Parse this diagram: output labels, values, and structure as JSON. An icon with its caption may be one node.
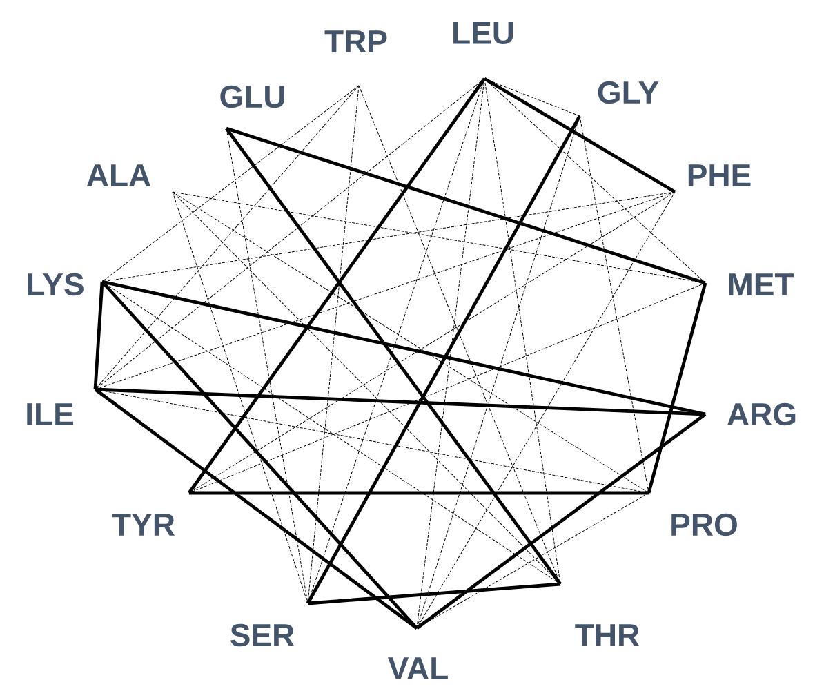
{
  "diagram": {
    "nodes": [
      {
        "text": [
          "TRP"
        ]
      },
      {
        "text": [
          "LEU"
        ]
      },
      {
        "text": [
          "GLU"
        ]
      },
      {
        "text": [
          "GLY"
        ]
      },
      {
        "text": [
          "ALA"
        ]
      },
      {
        "text": [
          "PHE"
        ]
      },
      {
        "text": [
          "LYS"
        ]
      },
      {
        "text": [
          "MET"
        ]
      },
      {
        "text": [
          "ILE"
        ]
      },
      {
        "text": [
          "ARG"
        ]
      },
      {
        "text": [
          "TYR"
        ]
      },
      {
        "text": [
          "PRO"
        ]
      },
      {
        "text": [
          "SER"
        ]
      },
      {
        "text": [
          "THR"
        ]
      },
      {
        "text": [
          "VAL"
        ]
      }
    ],
    "edges": [
      {
        "from": 2,
        "to": 7,
        "arrow": "none",
        "style": "thick"
      },
      {
        "from": 2,
        "to": 13,
        "arrow": "none",
        "style": "thick"
      },
      {
        "from": 1,
        "to": 5,
        "arrow": "none",
        "style": "thick"
      },
      {
        "from": 1,
        "to": 10,
        "arrow": "none",
        "style": "thick"
      },
      {
        "from": 3,
        "to": 12,
        "arrow": "none",
        "style": "thick"
      },
      {
        "from": 6,
        "to": 8,
        "arrow": "none",
        "style": "thick"
      },
      {
        "from": 6,
        "to": 9,
        "arrow": "none",
        "style": "thick"
      },
      {
        "from": 6,
        "to": 14,
        "arrow": "none",
        "style": "thick"
      },
      {
        "from": 8,
        "to": 9,
        "arrow": "none",
        "style": "thick"
      },
      {
        "from": 8,
        "to": 14,
        "arrow": "none",
        "style": "thick"
      },
      {
        "from": 12,
        "to": 13,
        "arrow": "none",
        "style": "thick"
      },
      {
        "from": 14,
        "to": 9,
        "arrow": "none",
        "style": "thick"
      },
      {
        "from": 7,
        "to": 11,
        "arrow": "none",
        "style": "thick"
      },
      {
        "from": 10,
        "to": 11,
        "arrow": "none",
        "style": "thick"
      },
      {
        "from": 0,
        "to": 6,
        "arrow": "none",
        "style": "dashed"
      },
      {
        "from": 0,
        "to": 8,
        "arrow": "none",
        "style": "dashed"
      },
      {
        "from": 0,
        "to": 12,
        "arrow": "none",
        "style": "dashed"
      },
      {
        "from": 0,
        "to": 13,
        "arrow": "none",
        "style": "dashed"
      },
      {
        "from": 1,
        "to": 3,
        "arrow": "none",
        "style": "dashed"
      },
      {
        "from": 1,
        "to": 7,
        "arrow": "none",
        "style": "dashed"
      },
      {
        "from": 1,
        "to": 8,
        "arrow": "none",
        "style": "dashed"
      },
      {
        "from": 1,
        "to": 14,
        "arrow": "none",
        "style": "dashed"
      },
      {
        "from": 1,
        "to": 13,
        "arrow": "none",
        "style": "dashed"
      },
      {
        "from": 1,
        "to": 12,
        "arrow": "none",
        "style": "dashed"
      },
      {
        "from": 3,
        "to": 14,
        "arrow": "none",
        "style": "dashed"
      },
      {
        "from": 3,
        "to": 11,
        "arrow": "none",
        "style": "dashed"
      },
      {
        "from": 5,
        "to": 8,
        "arrow": "none",
        "style": "dashed"
      },
      {
        "from": 5,
        "to": 10,
        "arrow": "none",
        "style": "dashed"
      },
      {
        "from": 5,
        "to": 14,
        "arrow": "none",
        "style": "dashed"
      },
      {
        "from": 5,
        "to": 6,
        "arrow": "none",
        "style": "dashed"
      },
      {
        "from": 4,
        "to": 7,
        "arrow": "none",
        "style": "dashed"
      },
      {
        "from": 4,
        "to": 12,
        "arrow": "none",
        "style": "dashed"
      },
      {
        "from": 4,
        "to": 11,
        "arrow": "none",
        "style": "dashed"
      },
      {
        "from": 2,
        "to": 12,
        "arrow": "none",
        "style": "dashed"
      },
      {
        "from": 7,
        "to": 10,
        "arrow": "none",
        "style": "dashed"
      },
      {
        "from": 11,
        "to": 8,
        "arrow": "none",
        "style": "dashed"
      },
      {
        "from": 11,
        "to": 14,
        "arrow": "none",
        "style": "dashed"
      },
      {
        "from": 13,
        "to": 6,
        "arrow": "none",
        "style": "dashed"
      },
      {
        "from": 13,
        "to": 4,
        "arrow": "none",
        "style": "dashed"
      }
    ]
  }
}
